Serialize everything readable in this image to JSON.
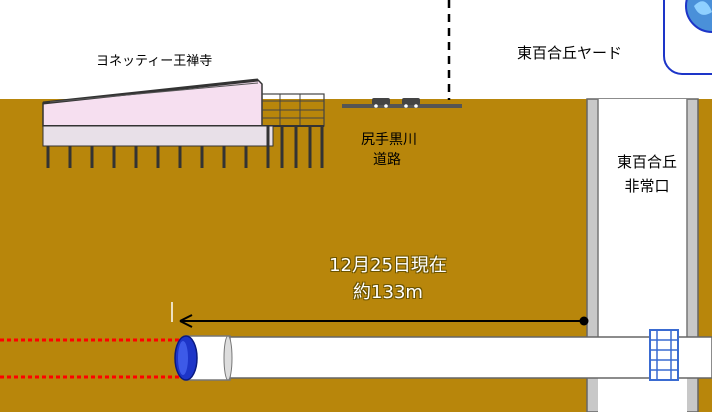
{
  "labels": {
    "building": "ヨネッティー王禅寺",
    "yard": "東百合丘ヤード",
    "road_line1": "尻手黒川",
    "road_line2": "道路",
    "exit_line1": "東百合丘",
    "exit_line2": "非常口",
    "progress_line1": "12月25日現在",
    "progress_line2": "約133m"
  },
  "colors": {
    "ground": "#b8860b",
    "building_roof": "#f6dff0",
    "tunnel_dashed": "#ff0000",
    "machine_head": "#1d35c8",
    "shaft_fill": "#ffffff"
  }
}
